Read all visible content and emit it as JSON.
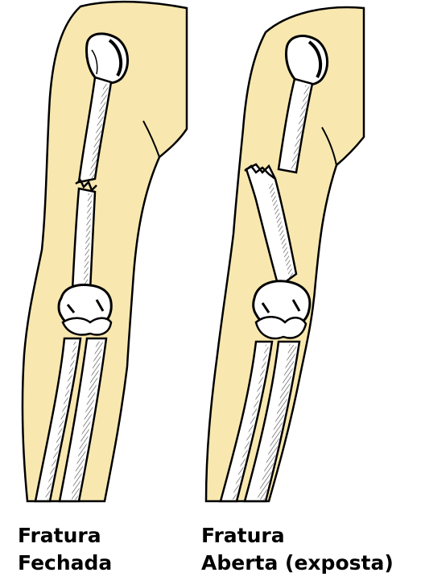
{
  "colors": {
    "skin": "#f8e8b0",
    "bone": "#ffffff",
    "outline": "#000000",
    "hatch": "#555555"
  },
  "panels": [
    {
      "name": "closed-fracture",
      "line1": "Fratura",
      "line2": "Fechada"
    },
    {
      "name": "open-fracture",
      "line1": "Fratura",
      "line2": "Aberta (exposta)"
    }
  ]
}
